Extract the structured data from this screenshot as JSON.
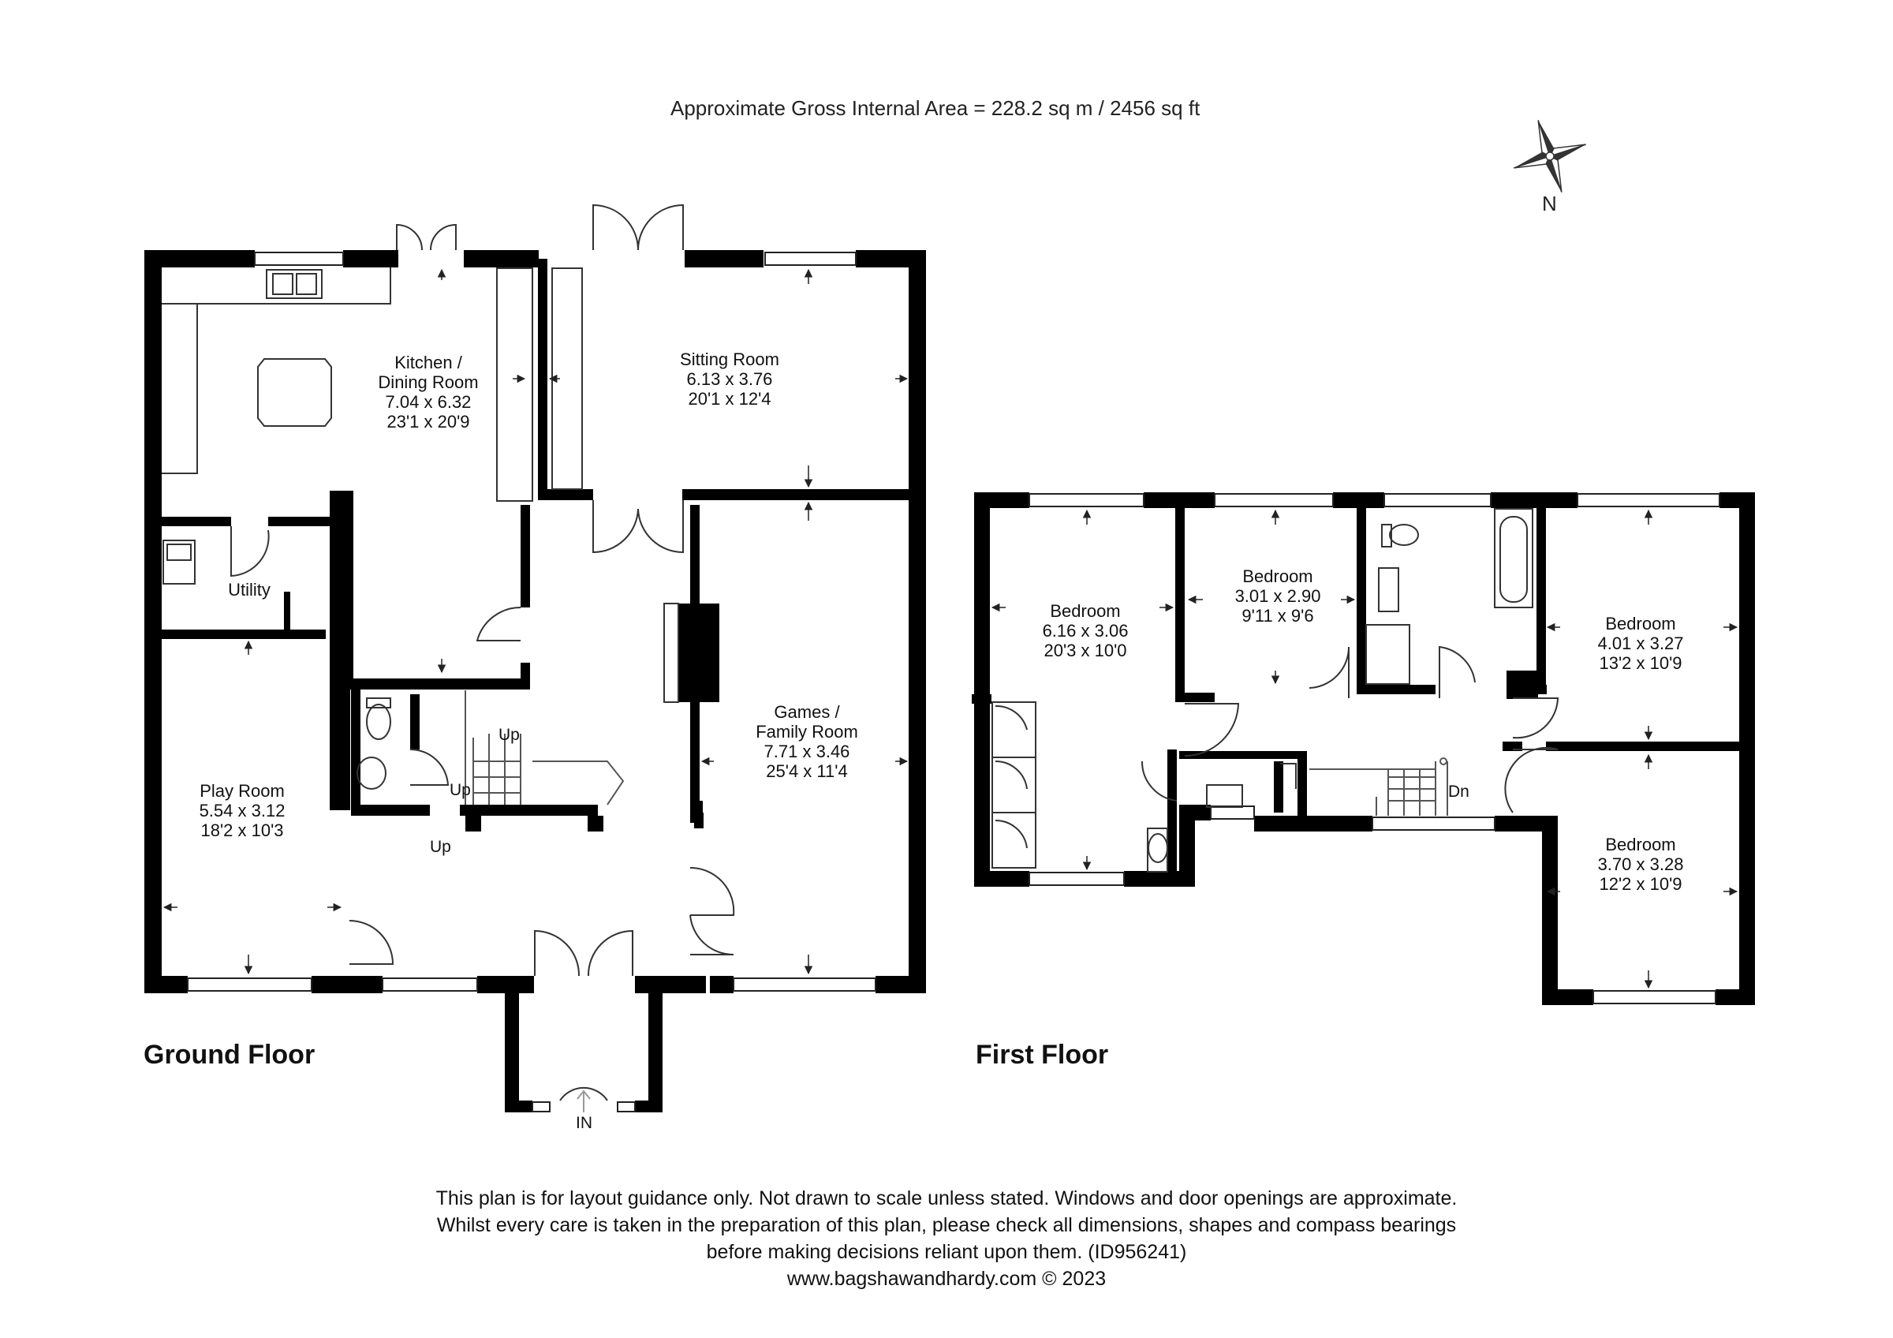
{
  "header": {
    "area": "Approximate Gross Internal Area = 228.2 sq m / 2456 sq ft"
  },
  "compass": {
    "label": "N"
  },
  "ground_floor": {
    "title": "Ground Floor",
    "rooms": {
      "kitchen": {
        "name1": "Kitchen /",
        "name2": "Dining Room",
        "metric": "7.04 x 6.32",
        "imperial": "23'1 x 20'9"
      },
      "sitting": {
        "name": "Sitting Room",
        "metric": "6.13 x 3.76",
        "imperial": "20'1 x 12'4"
      },
      "utility": {
        "name": "Utility"
      },
      "games": {
        "name1": "Games /",
        "name2": "Family Room",
        "metric": "7.71 x 3.46",
        "imperial": "25'4 x 11'4"
      },
      "play": {
        "name": "Play Room",
        "metric": "5.54 x 3.12",
        "imperial": "18'2 x 10'3"
      }
    },
    "stairs": {
      "up1": "Up",
      "up2": "Up",
      "up3": "Up"
    },
    "entrance": "IN"
  },
  "first_floor": {
    "title": "First Floor",
    "rooms": {
      "bed1": {
        "name": "Bedroom",
        "metric": "6.16 x 3.06",
        "imperial": "20'3 x 10'0"
      },
      "bed2": {
        "name": "Bedroom",
        "metric": "3.01 x 2.90",
        "imperial": "9'11 x 9'6"
      },
      "bed3": {
        "name": "Bedroom",
        "metric": "4.01 x 3.27",
        "imperial": "13'2 x 10'9"
      },
      "bed4": {
        "name": "Bedroom",
        "metric": "3.70 x 3.28",
        "imperial": "12'2 x 10'9"
      }
    },
    "stairs": {
      "down": "Dn"
    }
  },
  "disclaimer": {
    "line1": "This plan is for layout guidance only. Not drawn to scale unless stated. Windows and door openings are approximate.",
    "line2": "Whilst every care is taken in the preparation of this plan, please check all dimensions, shapes and compass bearings",
    "line3": "before making decisions reliant upon them. (ID956241)",
    "line4": "www.bagshawandhardy.com © 2023"
  }
}
